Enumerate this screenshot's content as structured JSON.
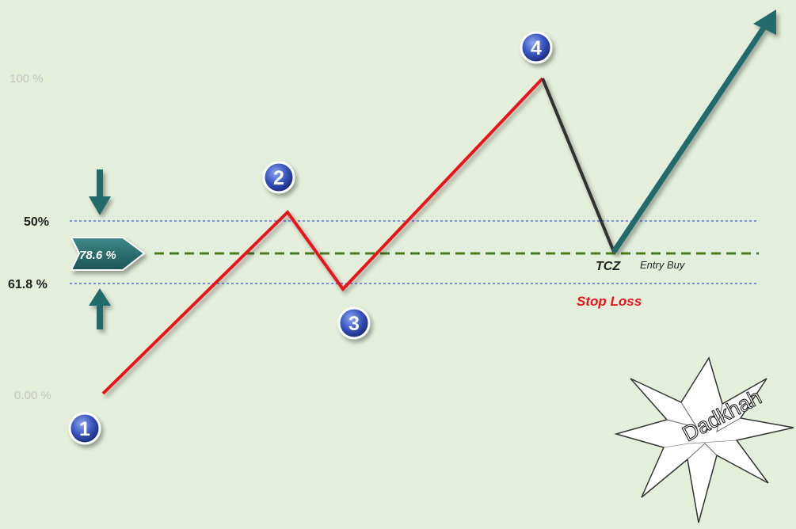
{
  "levels": {
    "level_100": "100 %",
    "level_50": "50%",
    "level_61_8": "61.8 %",
    "level_0": "0.00 %"
  },
  "retracement_badge": "78.6 %",
  "points": {
    "p1": "1",
    "p2": "2",
    "p3": "3",
    "p4": "4"
  },
  "labels": {
    "tcz": "TCZ",
    "entry_buy": "Entry Buy",
    "stop_loss": "Stop Loss"
  },
  "logo_text": "Dadkhah",
  "colors": {
    "background": "#e4efdb",
    "impulse_line": "#e8151b",
    "correction_line": "#333333",
    "target_arrow": "#226b6c",
    "level_line": "#1a33cc",
    "entry_line": "#4a7a20",
    "stop_loss_text": "#e8151b",
    "marker_fill": "#2a47a8"
  }
}
